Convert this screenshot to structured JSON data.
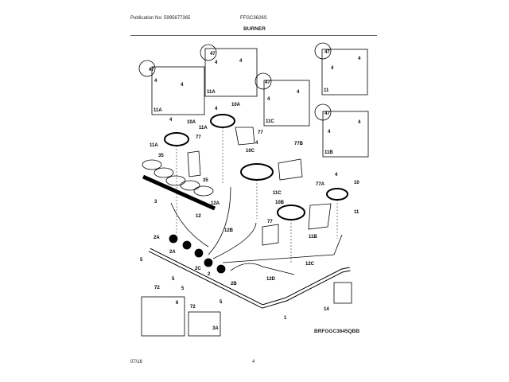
{
  "header": {
    "publication": "Publication No: 5995677365",
    "model": "FFGC3626S",
    "title": "BURNER"
  },
  "footer": {
    "date": "07/16",
    "page": "4",
    "diagram_code": "BRFGGC3645QBB"
  },
  "callouts": [
    {
      "id": "c47a",
      "text": "47"
    },
    {
      "id": "c4a",
      "text": "4"
    },
    {
      "id": "c4b",
      "text": "4"
    },
    {
      "id": "c11A1",
      "text": "11A"
    },
    {
      "id": "c47b",
      "text": "47"
    },
    {
      "id": "c4c",
      "text": "4"
    },
    {
      "id": "c4d",
      "text": "4"
    },
    {
      "id": "c11A2",
      "text": "11A"
    },
    {
      "id": "c47c",
      "text": "47"
    },
    {
      "id": "c4e",
      "text": "4"
    },
    {
      "id": "c4f",
      "text": "4"
    },
    {
      "id": "c11C1",
      "text": "11C"
    },
    {
      "id": "c47d",
      "text": "47"
    },
    {
      "id": "c4g",
      "text": "4"
    },
    {
      "id": "c4h",
      "text": "4"
    },
    {
      "id": "c11",
      "text": "11"
    },
    {
      "id": "c47e",
      "text": "47"
    },
    {
      "id": "c4i",
      "text": "4"
    },
    {
      "id": "c4j",
      "text": "4"
    },
    {
      "id": "c11B1",
      "text": "11B"
    },
    {
      "id": "c10A1",
      "text": "10A"
    },
    {
      "id": "c10A2",
      "text": "10A"
    },
    {
      "id": "c11A3",
      "text": "11A"
    },
    {
      "id": "c11A4",
      "text": "11A"
    },
    {
      "id": "c77a",
      "text": "77"
    },
    {
      "id": "c77b",
      "text": "77"
    },
    {
      "id": "c77B",
      "text": "77B"
    },
    {
      "id": "c10C",
      "text": "10C"
    },
    {
      "id": "c35a",
      "text": "35"
    },
    {
      "id": "c35b",
      "text": "35"
    },
    {
      "id": "c3",
      "text": "3"
    },
    {
      "id": "c12",
      "text": "12"
    },
    {
      "id": "c12A",
      "text": "12A"
    },
    {
      "id": "c11C2",
      "text": "11C"
    },
    {
      "id": "c10B",
      "text": "10B"
    },
    {
      "id": "c77c",
      "text": "77"
    },
    {
      "id": "c77A",
      "text": "77A"
    },
    {
      "id": "c10",
      "text": "10"
    },
    {
      "id": "c11b",
      "text": "11"
    },
    {
      "id": "c11B2",
      "text": "11B"
    },
    {
      "id": "c12B",
      "text": "12B"
    },
    {
      "id": "c12C",
      "text": "12C"
    },
    {
      "id": "c12D",
      "text": "12D"
    },
    {
      "id": "c2A1",
      "text": "2A"
    },
    {
      "id": "c2A2",
      "text": "2A"
    },
    {
      "id": "c2C",
      "text": "2C"
    },
    {
      "id": "c2",
      "text": "2"
    },
    {
      "id": "c2B",
      "text": "2B"
    },
    {
      "id": "c5a",
      "text": "5"
    },
    {
      "id": "c5b",
      "text": "5"
    },
    {
      "id": "c5c",
      "text": "5"
    },
    {
      "id": "c5d",
      "text": "5"
    },
    {
      "id": "c72a",
      "text": "72"
    },
    {
      "id": "c72b",
      "text": "72"
    },
    {
      "id": "c6",
      "text": "6"
    },
    {
      "id": "c3A",
      "text": "3A"
    },
    {
      "id": "c1",
      "text": "1"
    },
    {
      "id": "c14",
      "text": "14"
    },
    {
      "id": "c4k",
      "text": "4"
    },
    {
      "id": "c4l",
      "text": "4"
    },
    {
      "id": "c4m",
      "text": "4"
    },
    {
      "id": "c4n",
      "text": "4"
    }
  ]
}
